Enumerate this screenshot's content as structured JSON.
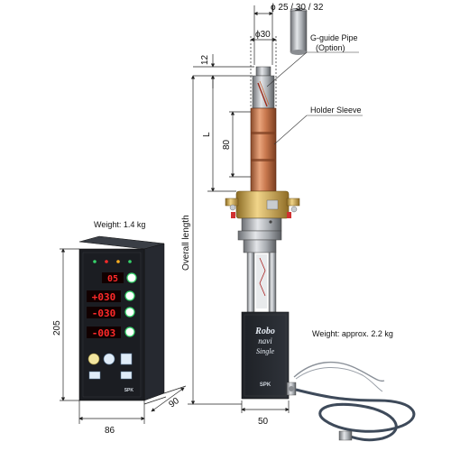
{
  "dimensions": {
    "pipe_diameter": "ϕ 25 / 30 / 32",
    "sleeve_diameter": "ϕ30",
    "top_offset": "12",
    "length_L": "L",
    "sleeve_height": "80",
    "overall_length": "Overall length",
    "controller_height": "205",
    "controller_width": "86",
    "controller_depth": "90",
    "unit_width": "50"
  },
  "callouts": {
    "guide_pipe_line1": "G-guide Pipe",
    "guide_pipe_line2": "(Option)",
    "holder_sleeve": "Holder Sleeve",
    "controller_weight": "Weight: 1.4 kg",
    "unit_weight": "Weight: approx. 2.2 kg"
  },
  "controller_panel": {
    "display_top": "05",
    "display_1": "+030",
    "display_2": "-030",
    "display_3": "-003",
    "brand": "SPK"
  },
  "unit_label": {
    "line1": "Robo",
    "line2": "navi",
    "line3": "Single",
    "brand": "SPK"
  },
  "colors": {
    "copper": "#c8784e",
    "brass": "#c9a24a",
    "body_dark": "#2a2d33",
    "led_red": "#ff2a2a",
    "led_green": "#36d36a",
    "cable": "#3e4a5a"
  }
}
